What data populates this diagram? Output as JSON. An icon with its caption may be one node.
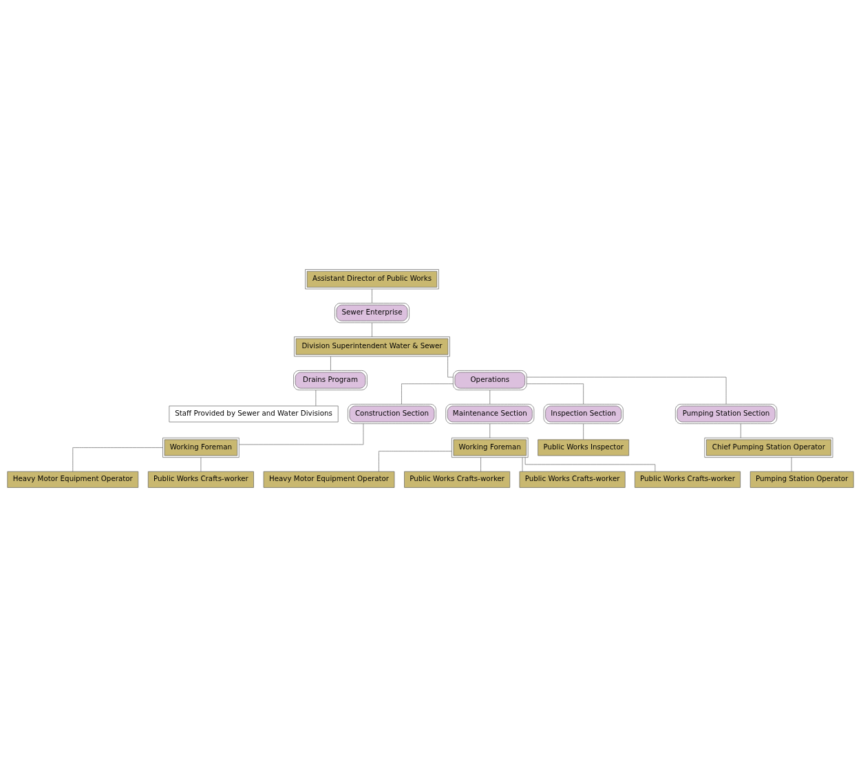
{
  "diagram": {
    "nodes": [
      {
        "text": [
          "Assistant Director of Public Works"
        ]
      },
      {
        "text": [
          "Sewer Enterprise"
        ]
      },
      {
        "text": [
          "Division Superintendent Water & Sewer"
        ]
      },
      {
        "text": [
          "Drains Program"
        ]
      },
      {
        "text": [
          "Operations"
        ]
      },
      {
        "text": [
          "Staff Provided by Sewer and Water Divisions"
        ]
      },
      {
        "text": [
          "Construction Section"
        ]
      },
      {
        "text": [
          "Maintenance Section"
        ]
      },
      {
        "text": [
          "Inspection Section"
        ]
      },
      {
        "text": [
          "Pumping Station Section"
        ]
      },
      {
        "text": [
          "Working Foreman"
        ]
      },
      {
        "text": [
          "Heavy Motor Equipment Operator"
        ]
      },
      {
        "text": [
          "Public Works Crafts-worker"
        ]
      },
      {
        "text": [
          "Working Foreman"
        ]
      },
      {
        "text": [
          "Heavy Motor Equipment Operator"
        ]
      },
      {
        "text": [
          "Public Works Crafts-worker"
        ]
      },
      {
        "text": [
          "Public Works Crafts-worker"
        ]
      },
      {
        "text": [
          "Public Works Crafts-worker"
        ]
      },
      {
        "text": [
          "Public Works Inspector"
        ]
      },
      {
        "text": [
          "Chief Pumping Station Operator"
        ]
      },
      {
        "text": [
          "Pumping Station Operator"
        ]
      }
    ],
    "edges": [
      {
        "from": 0,
        "to": 1,
        "arrow": "none"
      },
      {
        "from": 1,
        "to": 2,
        "arrow": "none"
      },
      {
        "from": 2,
        "to": 3,
        "arrow": "none"
      },
      {
        "from": 2,
        "to": 4,
        "arrow": "none"
      },
      {
        "from": 3,
        "to": 5,
        "arrow": "none"
      },
      {
        "from": 4,
        "to": 6,
        "arrow": "none"
      },
      {
        "from": 4,
        "to": 7,
        "arrow": "none"
      },
      {
        "from": 4,
        "to": 8,
        "arrow": "none"
      },
      {
        "from": 4,
        "to": 9,
        "arrow": "none"
      },
      {
        "from": 6,
        "to": 10,
        "arrow": "none"
      },
      {
        "from": 10,
        "to": 11,
        "arrow": "none"
      },
      {
        "from": 10,
        "to": 12,
        "arrow": "none"
      },
      {
        "from": 7,
        "to": 13,
        "arrow": "none"
      },
      {
        "from": 13,
        "to": 14,
        "arrow": "none"
      },
      {
        "from": 13,
        "to": 15,
        "arrow": "none"
      },
      {
        "from": 13,
        "to": 16,
        "arrow": "none"
      },
      {
        "from": 13,
        "to": 17,
        "arrow": "none"
      },
      {
        "from": 8,
        "to": 18,
        "arrow": "none"
      },
      {
        "from": 9,
        "to": 19,
        "arrow": "none"
      },
      {
        "from": 19,
        "to": 20,
        "arrow": "none"
      }
    ]
  }
}
